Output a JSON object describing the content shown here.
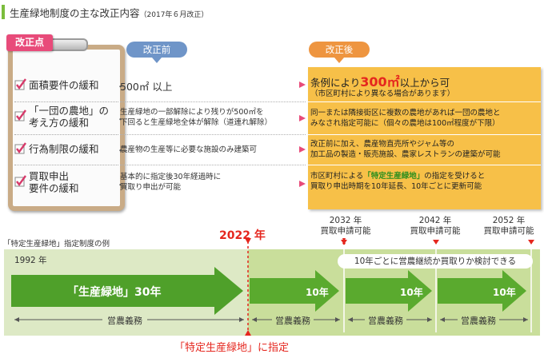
{
  "title": {
    "main": "生産緑地制度の主な改正内容",
    "sub": "（2017年６月改正）"
  },
  "badge": "改正点",
  "headers": {
    "before": "改正前",
    "after": "改正後"
  },
  "items": [
    {
      "label_lines": [
        "面積要件の緩和"
      ],
      "before_lines": [
        "500㎡ 以上"
      ],
      "after_main_pre": "条例により",
      "after_main_value": "300㎡",
      "after_main_post": "以上から可",
      "after_sub": "（市区町村により異なる場合があります）"
    },
    {
      "label_lines": [
        "「一団の農地」の",
        "考え方の緩和"
      ],
      "before_lines": [
        "生産緑地の一部解除により残りが500㎡を",
        "下回ると生産緑地全体が解除（道連れ解除）"
      ],
      "after_lines": [
        "同一または隣接街区に複数の農地があれば一団の農地と",
        "みなされ指定可能に（個々の農地は100㎡程度が下限）"
      ]
    },
    {
      "label_lines": [
        "行為制限の緩和"
      ],
      "before_lines": [
        "農産物の生産等に必要な施設のみ建築可"
      ],
      "after_lines": [
        "改正前に加え、農産物直売所やジャム等の",
        "加工品の製造・販売施設、農家レストランの建築が可能"
      ]
    },
    {
      "label_lines": [
        "買取申出",
        "要件の緩和"
      ],
      "before_lines": [
        "基本的に指定後30年経過時に",
        "買取り申出が可能"
      ],
      "after_lines_parts": [
        [
          "市区町村による",
          "「特定生産緑地」",
          "の指定を受けると"
        ],
        [
          "買取り申出時期を10年延長、10年ごとに更新可能"
        ]
      ]
    }
  ],
  "timeline": {
    "caption": "「特定生産緑地」指定制度の例",
    "start_year": "1992 年",
    "pivot_year": "2022 年",
    "future_years": [
      {
        "year": "2032 年",
        "label": "買取申請可能"
      },
      {
        "year": "2042 年",
        "label": "買取申請可能"
      },
      {
        "year": "2052 年",
        "label": "買取申請可能"
      }
    ],
    "notice": "10年ごとに営農継続か買取りか検討できる",
    "main_arrow": "「生産緑地」30年",
    "ten_label": "10年",
    "obligation": "営農義務",
    "designation": "「特定生産緑地」に指定"
  },
  "colors": {
    "accent_red": "#e5261e",
    "green": "#5aa52e",
    "orange": "#f7c048",
    "pink": "#e84b7a",
    "blue_header": "#6f95c8",
    "orange_header": "#ee9540"
  }
}
